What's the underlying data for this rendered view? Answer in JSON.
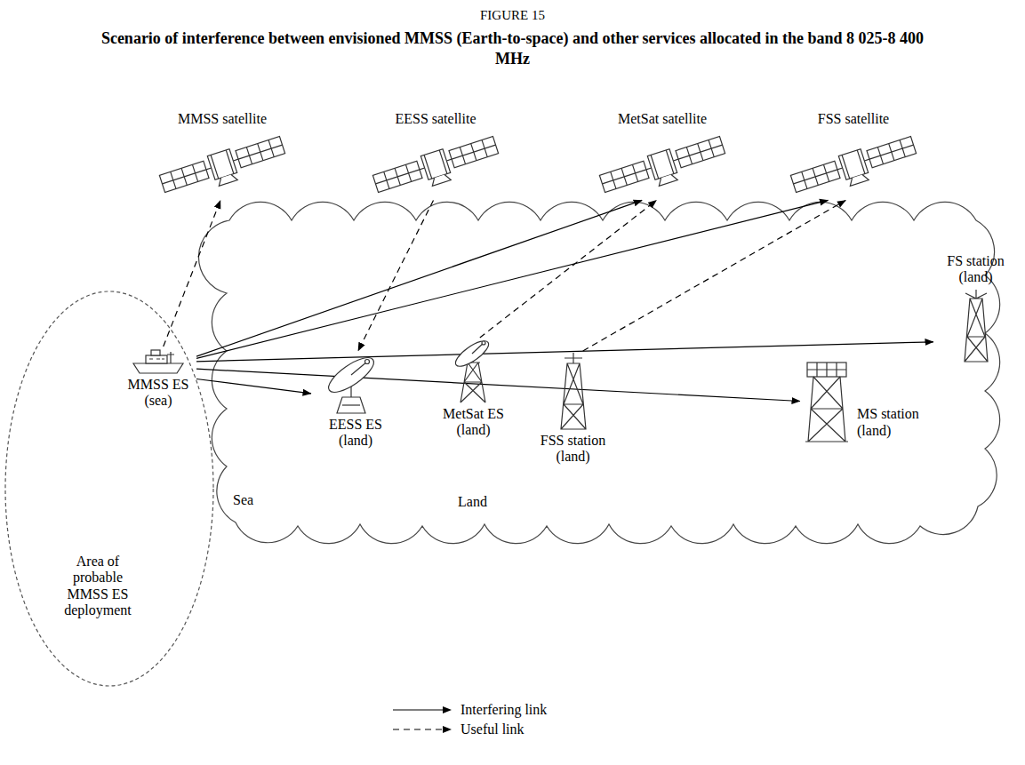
{
  "diagram": {
    "title": "Scenario of interference between envisioned MMSS (Earth-to-space) and other services allocated in the band 8 025-8 400 MHz",
    "nodes": [
      {
        "text": [
          "MMSS satellite"
        ]
      },
      {
        "text": [
          "EESS satellite"
        ]
      },
      {
        "text": [
          "MetSat satellite"
        ]
      },
      {
        "text": [
          "FSS satellite"
        ]
      },
      {
        "text": [
          "Area of probable MMSS ES deployment"
        ]
      },
      {
        "text": [
          "MMSS ES (sea)"
        ],
        "in": 4
      },
      {
        "text": [
          "FS station (land)"
        ]
      },
      {
        "text": [
          "EESS ES (land)"
        ]
      },
      {
        "text": [
          "MetSat ES (land)"
        ]
      },
      {
        "text": [
          "FSS station (land)"
        ]
      },
      {
        "text": [
          "MS station (land)"
        ]
      }
    ],
    "edges": [
      {
        "from": 5,
        "to": 0,
        "arrow": "to"
      },
      {
        "from": 1,
        "to": 7,
        "arrow": "to"
      },
      {
        "from": 8,
        "to": 2,
        "arrow": "to"
      },
      {
        "from": 9,
        "to": 3,
        "arrow": "to"
      },
      {
        "from": 5,
        "to": 2,
        "arrow": "to"
      },
      {
        "from": 5,
        "to": 3,
        "arrow": "to"
      },
      {
        "from": 5,
        "to": 6,
        "arrow": "to"
      },
      {
        "from": 5,
        "to": 7,
        "arrow": "to"
      },
      {
        "from": 5,
        "to": 10,
        "arrow": "to"
      }
    ],
    "labels": [
      "FIGURE 15",
      "Sea",
      "Land"
    ],
    "legend": [
      {
        "text": "Interfering link"
      },
      {
        "text": "Useful link"
      }
    ]
  }
}
